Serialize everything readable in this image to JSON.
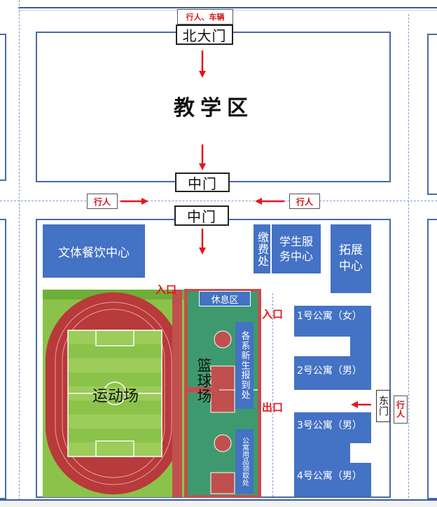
{
  "gates": {
    "north_top_tag": "行人、车辆",
    "north": "北大门",
    "middle_upper": "中门",
    "middle_lower": "中门",
    "east": "东门"
  },
  "pedestrian_tags": {
    "left": "行人",
    "right": "行人",
    "east": "行人"
  },
  "zones": {
    "teaching": "教学区"
  },
  "buildings": {
    "dining": "文体餐饮中心",
    "payment": "缴费处",
    "student_service": "学生服务中心",
    "expansion": "拓展中心",
    "apt1": "1号公寓（女）",
    "apt2": "2号公寓（男）",
    "apt3": "3号公寓（男）",
    "apt4": "4号公寓（男）"
  },
  "fields": {
    "stadium": "运动场",
    "basketball": "篮球场",
    "rest_area": "休息区",
    "registration": "各系新生报到处",
    "bedding": "公寓用品领取处"
  },
  "flow_labels": {
    "entrance_1": "入口",
    "entrance_2": "入口",
    "exit": "出口"
  },
  "colors": {
    "building_blue": "#4472c4",
    "arrow_red": "#e8141c",
    "track_red": "#b83a3a",
    "grass_green": "#7cb342",
    "court_green": "#3e9a6e",
    "outline_blue": "#4a6aa8"
  }
}
